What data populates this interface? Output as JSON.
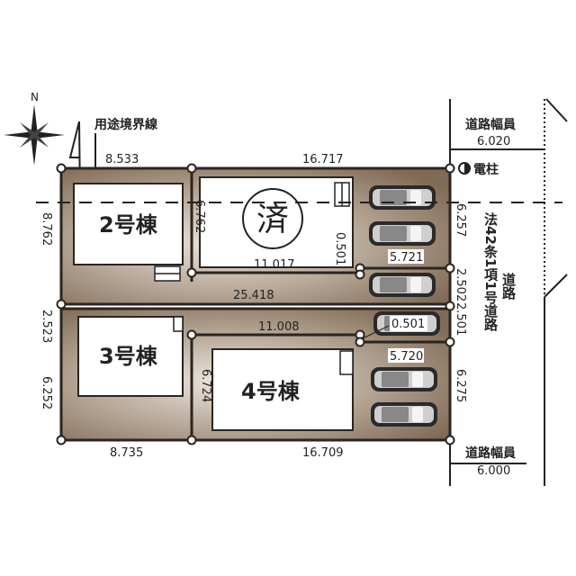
{
  "compass": {
    "north": "N"
  },
  "zoning_line_label": "用途境界線",
  "utility_pole_label": "電柱",
  "road_top": {
    "label": "道路幅員",
    "width": "6.020"
  },
  "road_bottom": {
    "label": "道路幅員",
    "width": "6.000"
  },
  "road_type": {
    "main": "法42条1項1号道路",
    "sub": "道路"
  },
  "buildings": {
    "b2": "2号棟",
    "b1_sold": "済",
    "b3": "3号棟",
    "b4": "4号棟"
  },
  "dimensions": {
    "top_left": "8.533",
    "top_right": "16.717",
    "left_top": "8.762",
    "lot1_left": "6.762",
    "lot1_bottom": "11.017",
    "lot1_notch": "0.501",
    "lot1_drive": "5.721",
    "right_top": "6.257",
    "right_mid_a": "2.502",
    "right_mid_b": "2.501",
    "middle": "25.418",
    "left_mid": "2.523",
    "lot4_top": "11.008",
    "lot4_notch": "0.501",
    "lot4_drive": "5.720",
    "lot4_left": "6.724",
    "left_bottom": "6.252",
    "right_bottom": "6.275",
    "bottom_left": "8.735",
    "bottom_right": "16.709"
  },
  "colors": {
    "lot": "#8c7661",
    "lot_light": "#e4dbd2",
    "line": "#2a2520"
  }
}
